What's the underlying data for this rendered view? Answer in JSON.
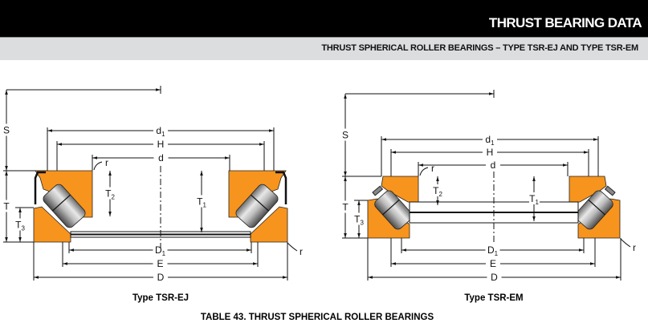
{
  "header": {
    "title": "THRUST BEARING DATA",
    "subtitle": "THRUST SPHERICAL ROLLER BEARINGS – TYPE TSR-EJ AND TYPE TSR-EM"
  },
  "diagrams": [
    {
      "caption": "Type TSR-EJ"
    },
    {
      "caption": "Type TSR-EM"
    }
  ],
  "dimension_labels": {
    "S": "S",
    "T": "T",
    "T3": "T3",
    "T2": "T2",
    "T1": "T1",
    "d1": "d1",
    "H": "H",
    "d": "d",
    "r": "r",
    "D1": "D1",
    "E": "E",
    "D": "D"
  },
  "table_caption": "TABLE 43. THRUST SPHERICAL ROLLER BEARINGS",
  "colors": {
    "header_bg": "#000000",
    "subheader_bg": "#dcdddf",
    "washer": "#f7941d"
  }
}
